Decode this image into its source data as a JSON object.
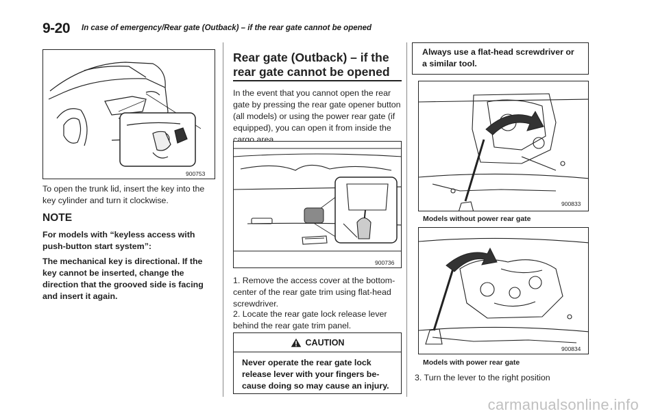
{
  "header": {
    "page_number": "9-20",
    "title": "In case of emergency/Rear gate (Outback) – if the rear gate cannot be opened"
  },
  "left": {
    "figure_code": "900753",
    "instruction": "To open the trunk lid, insert the key into the key cylinder and turn it clockwise.",
    "note_heading": "NOTE",
    "note_lines": [
      "For models with “keyless access with push-button start system”:",
      "The mechanical key is directional. If the key cannot be inserted, change the direction that the grooved side is facing and insert it again."
    ]
  },
  "middle": {
    "heading": "Rear gate (Outback) – if the rear gate cannot be opened",
    "intro": "In the event that you cannot open the rear gate by pressing the rear gate opener button (all models) or using the power rear gate (if equipped), you can open it from inside the cargo area.",
    "figure_code": "900736",
    "step1": "1.  Remove the access cover at the bottom-center of the rear gate trim using flat-head screwdriver.",
    "step2": "2.  Locate the rear gate lock release lever behind the rear gate trim panel.",
    "caution_label": "CAUTION",
    "caution_text": "Never operate the rear gate lock release lever with your fingers be-cause doing so may cause an injury."
  },
  "right": {
    "tool_note": "Always use a flat-head screwdriver or a similar tool.",
    "figure1_code": "900833",
    "caption1": "Models without power rear gate",
    "figure2_code": "900834",
    "caption2": "Models with power rear gate",
    "step3": "3.  Turn the lever to the right position"
  },
  "watermark": "carmanualsonline.info"
}
